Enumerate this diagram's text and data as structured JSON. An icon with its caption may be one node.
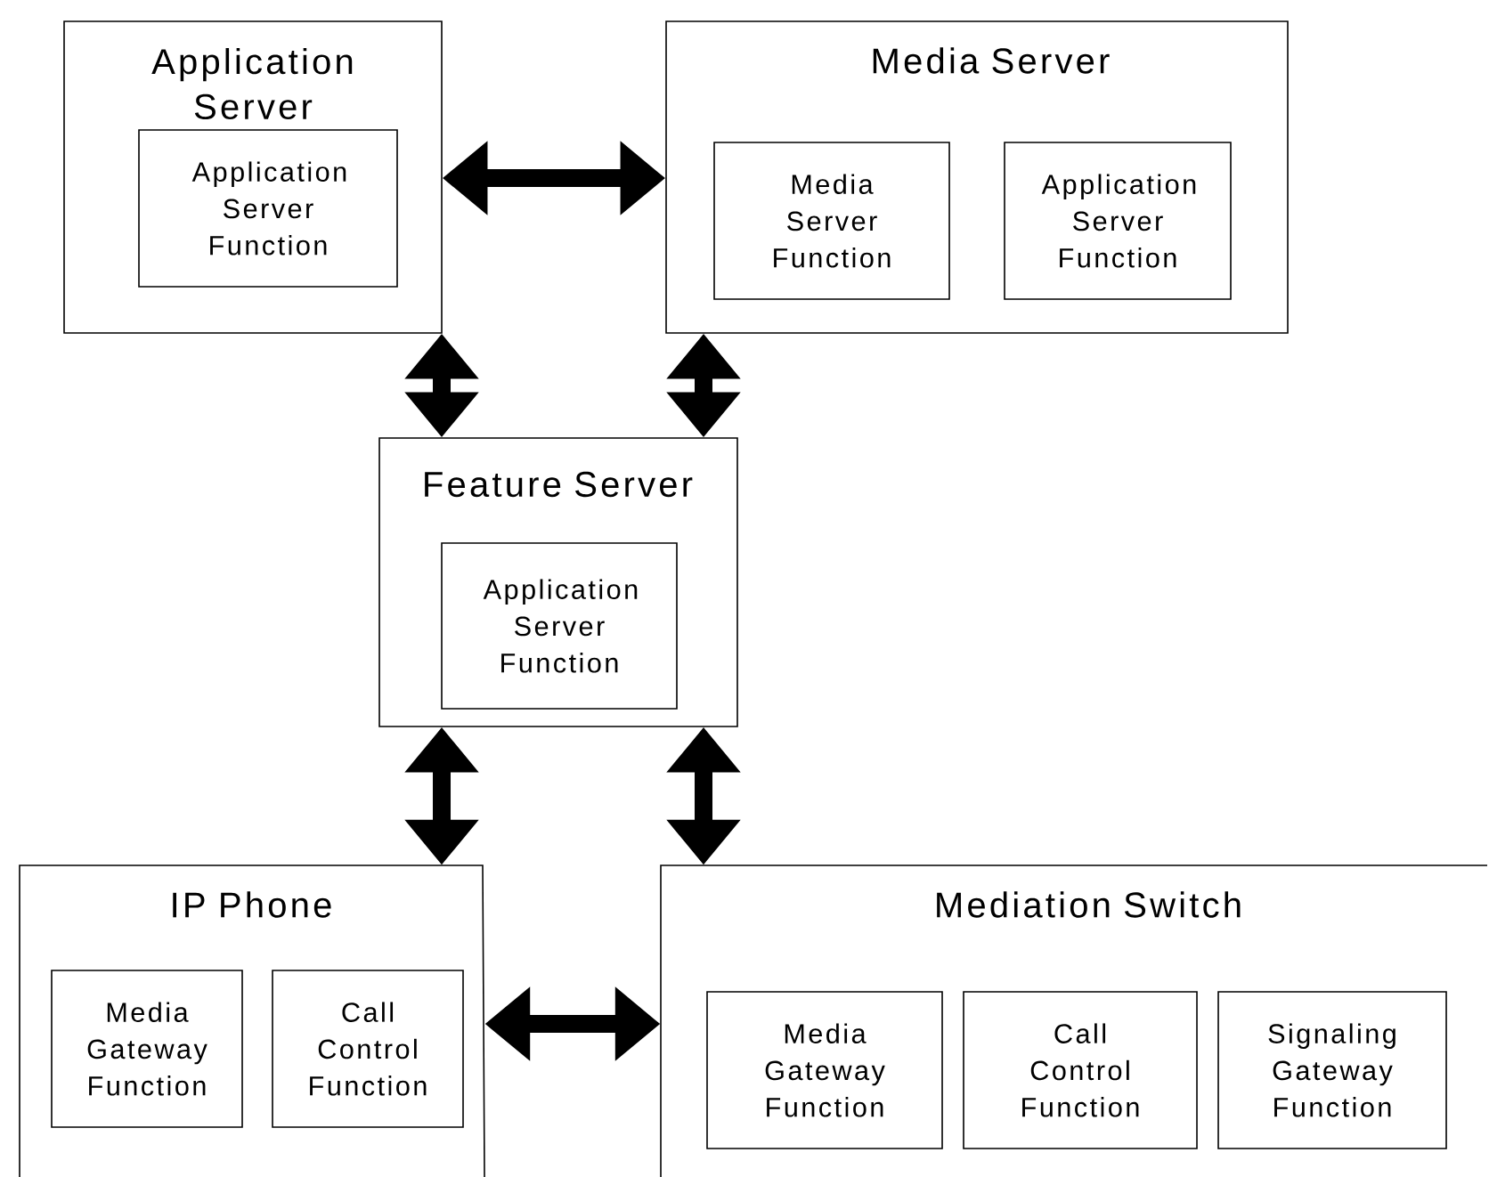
{
  "diagram": {
    "nodes": [
      {
        "text": [
          "Application Server"
        ]
      },
      {
        "text": [
          "Application Server Function"
        ],
        "in": 0
      },
      {
        "text": [
          "Media Server"
        ]
      },
      {
        "text": [
          "Media Server Function"
        ],
        "in": 2
      },
      {
        "text": [
          "Application Server Function"
        ],
        "in": 2
      },
      {
        "text": [
          "Feature Server"
        ]
      },
      {
        "text": [
          "Application Server Function"
        ],
        "in": 5
      },
      {
        "text": [
          "IP Phone"
        ]
      },
      {
        "text": [
          "Media Gateway Function"
        ],
        "in": 7
      },
      {
        "text": [
          "Call Control Function"
        ],
        "in": 7
      },
      {
        "text": [
          "Mediation Switch"
        ]
      },
      {
        "text": [
          "Media Gateway Function"
        ],
        "in": 10
      },
      {
        "text": [
          "Call Control Function"
        ],
        "in": 10
      },
      {
        "text": [
          "Signaling Gateway Function"
        ],
        "in": 10
      }
    ],
    "edges": [
      {
        "from": 0,
        "to": 2,
        "arrow": "both"
      },
      {
        "from": 0,
        "to": 5,
        "arrow": "both"
      },
      {
        "from": 2,
        "to": 5,
        "arrow": "both"
      },
      {
        "from": 5,
        "to": 7,
        "arrow": "both"
      },
      {
        "from": 5,
        "to": 10,
        "arrow": "both"
      },
      {
        "from": 7,
        "to": 10,
        "arrow": "both"
      }
    ]
  }
}
